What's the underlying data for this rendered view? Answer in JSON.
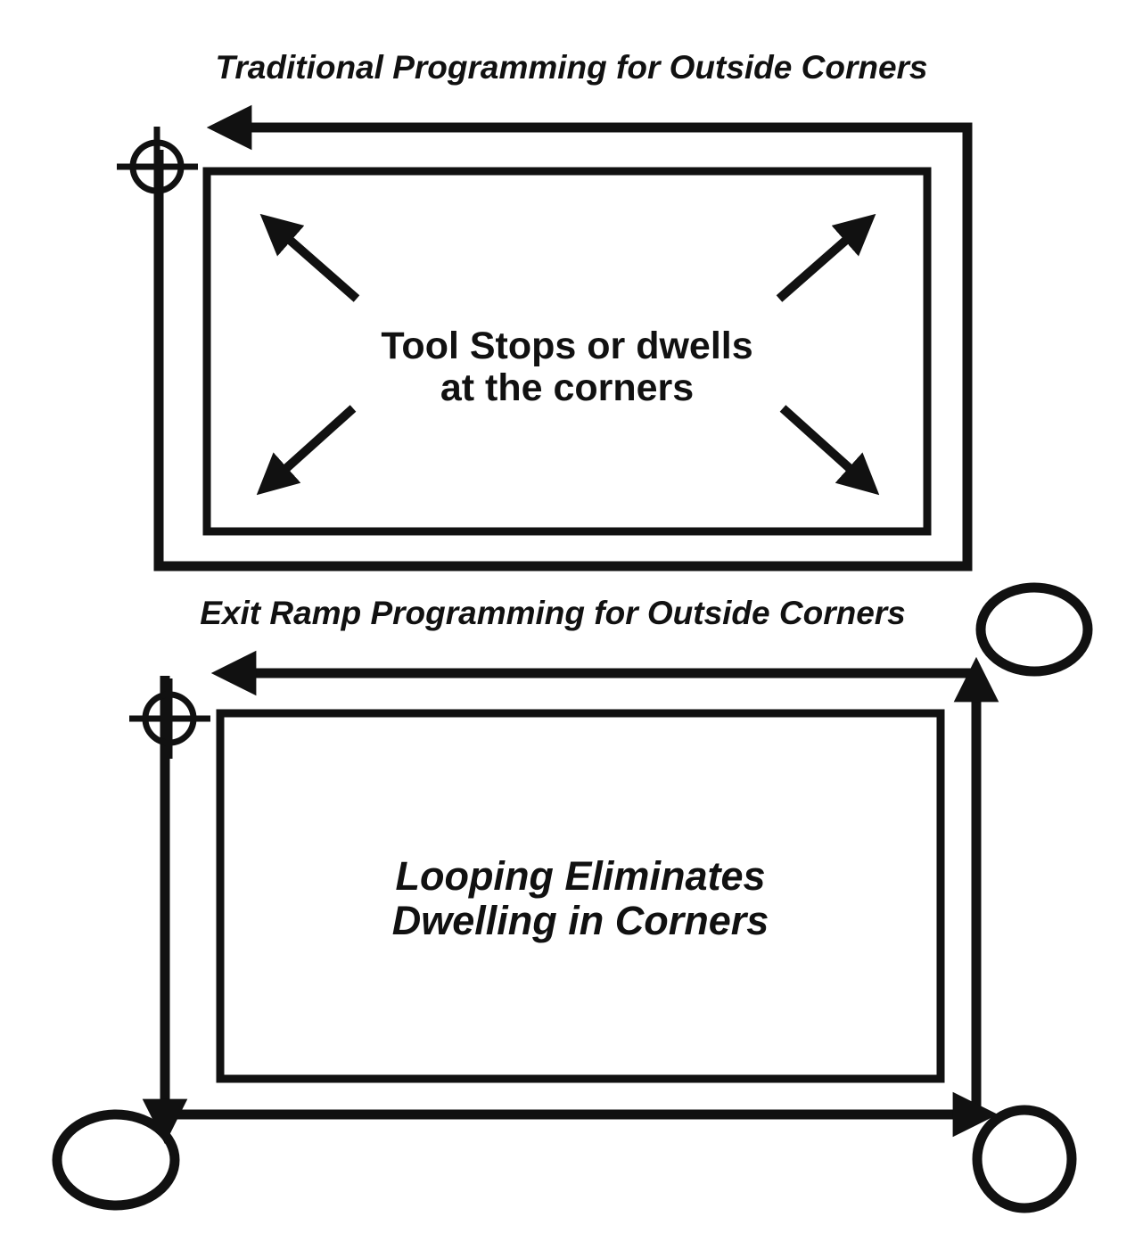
{
  "top_diagram": {
    "title": "Traditional Programming for Outside Corners",
    "label_line1": "Tool Stops or dwells",
    "label_line2": "at the corners"
  },
  "bottom_diagram": {
    "title": "Exit Ramp Programming for Outside Corners",
    "label_line1": "Looping Eliminates",
    "label_line2": "Dwelling in Corners"
  },
  "icons": {
    "start_point": "crosshair-icon",
    "corner_motion": "diagonal-arrow-icon",
    "exit_ramp": "loop-ellipse-icon",
    "path_direction": "arrowhead-icon"
  },
  "colors": {
    "stroke": "#111111",
    "background": "#ffffff"
  }
}
